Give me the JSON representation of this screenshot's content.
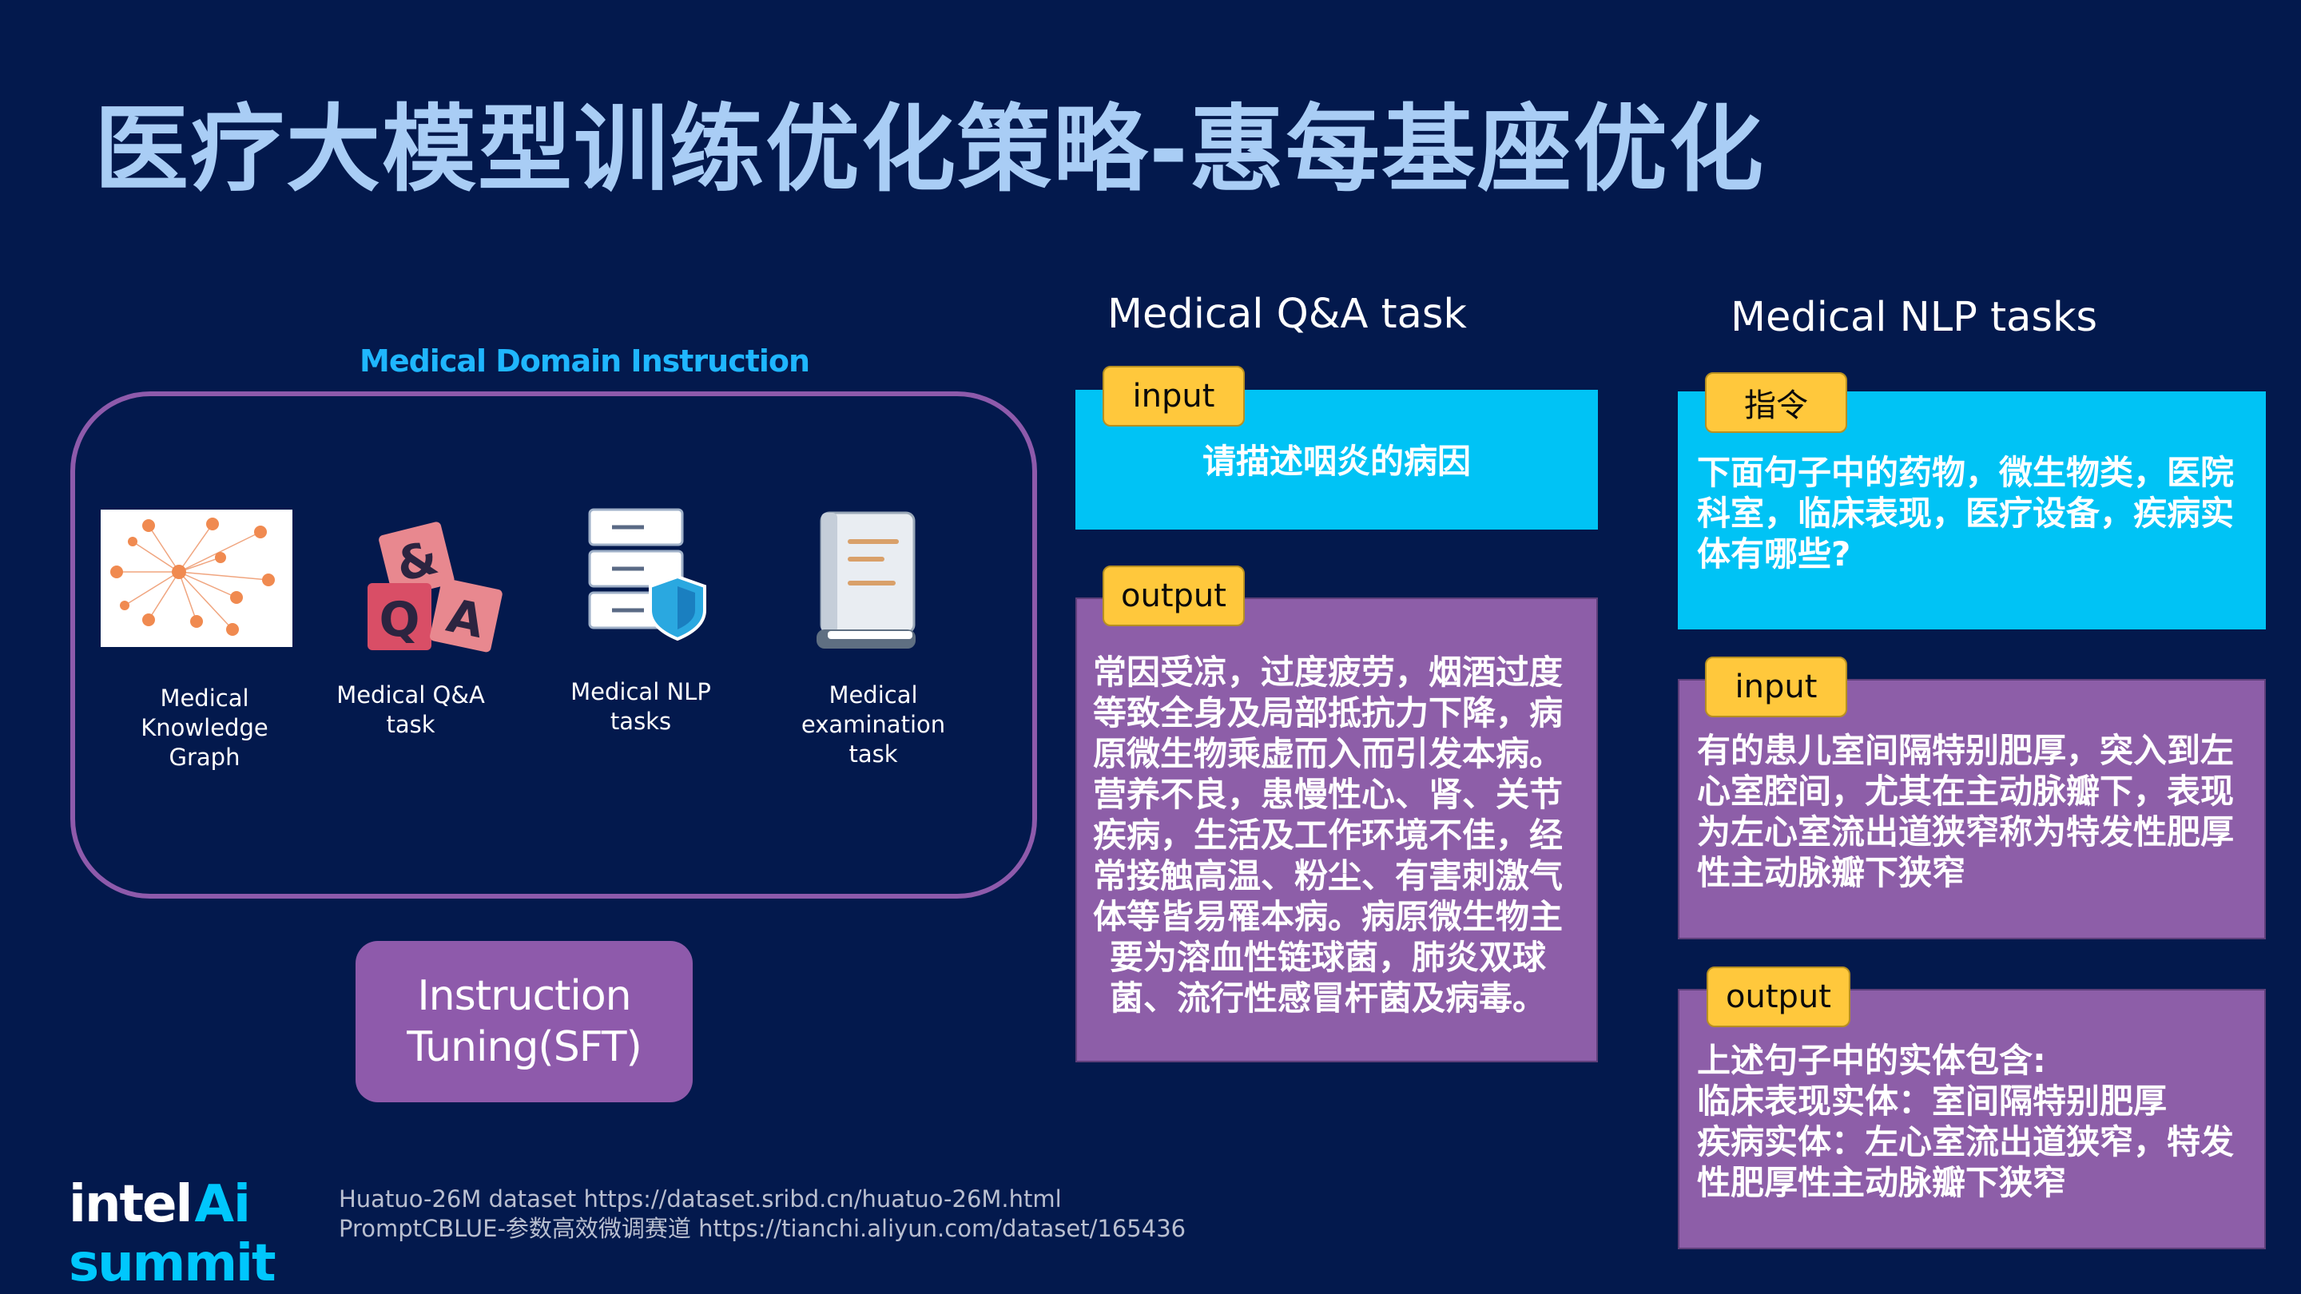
{
  "slide": {
    "title": "医疗大模型训练优化策略-惠每基座优化"
  },
  "domain_instruction": {
    "label": "Medical Domain Instruction",
    "items": [
      {
        "icon": "knowledge-graph-icon",
        "caption": "Medical\nKnowledge\nGraph"
      },
      {
        "icon": "qa-blocks-icon",
        "caption": "Medical Q&A task"
      },
      {
        "icon": "server-stack-icon",
        "caption": "Medical NLP  tasks"
      },
      {
        "icon": "book-icon",
        "caption": "Medical examination\ntask"
      }
    ]
  },
  "sft": {
    "label": "Instruction\nTuning(SFT)"
  },
  "qa_task": {
    "title": "Medical Q&A task",
    "input_tag": "input",
    "input_text": "请描述咽炎的病因",
    "output_tag": "output",
    "output_text": "常因受凉，过度疲劳，烟酒过度等致全身及局部抵抗力下降，病原微生物乘虚而入而引发本病。营养不良，患慢性心、肾、关节疾病，生活及工作环境不佳，经常接触高温、粉尘、有害刺激气体等皆易罹本病。病原微生物主要为溶血性链球菌，肺炎双球菌、流行性感冒杆菌及病毒。"
  },
  "nlp_task": {
    "title": "Medical NLP  tasks",
    "instruction_tag": "指令",
    "instruction_text": "下面句子中的药物，微生物类，医院科室，临床表现，医疗设备，疾病实体有哪些?",
    "input_tag": "input",
    "input_text": "有的患儿室间隔特别肥厚，突入到左心室腔间，尤其在主动脉瓣下，表现为左心室流出道狭窄称为特发性肥厚性主动脉瓣下狭窄",
    "output_tag": "output",
    "output_text": "上述句子中的实体包含:\n临床表现实体：室间隔特别肥厚\n疾病实体：左心室流出道狭窄，特发性肥厚性主动脉瓣下狭窄"
  },
  "references": {
    "line1": "Huatuo-26M dataset  https://dataset.sribd.cn/huatuo-26M.html",
    "line2": "PromptCBLUE-参数高效微调赛道  https://tianchi.aliyun.com/dataset/165436"
  },
  "logo": {
    "brand": "intel",
    "ai": "Ai",
    "summit": "summit"
  },
  "colors": {
    "background": "#03194d",
    "title": "#a9cdf5",
    "accent_cyan": "#00c3f5",
    "accent_purple": "#8d5ea8",
    "tag_yellow": "#ffc83c",
    "label_blue": "#1fb6ff"
  }
}
